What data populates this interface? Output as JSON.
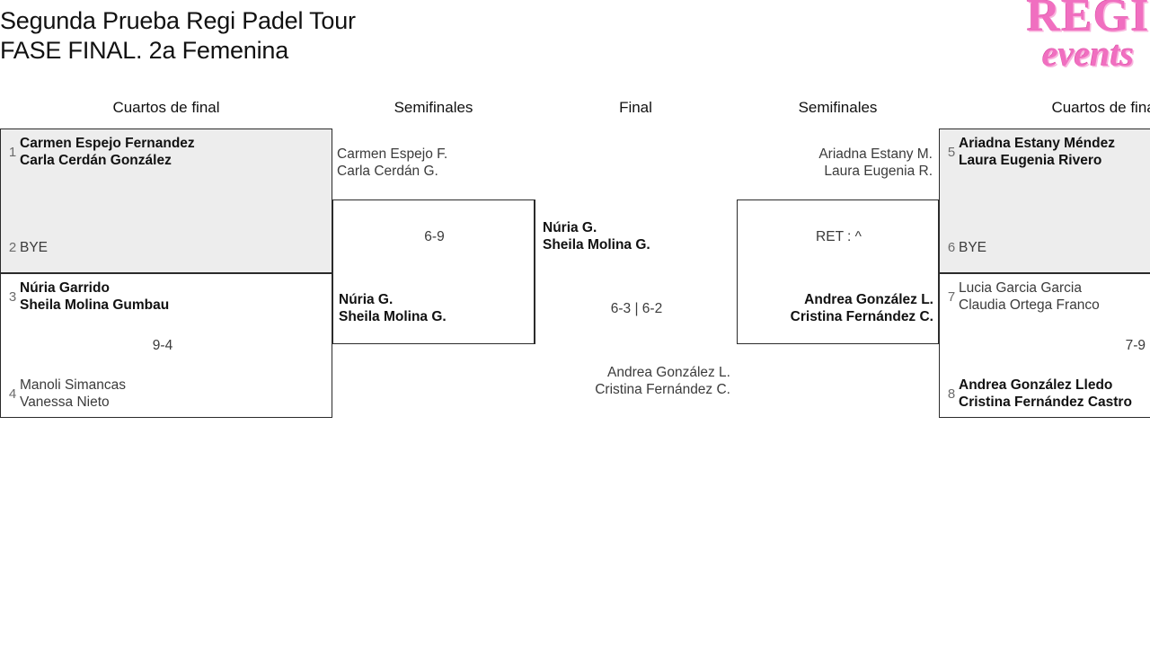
{
  "header": {
    "title_line_1": "Segunda Prueba Regi Padel Tour",
    "title_line_2": "FASE FINAL. 2a Femenina"
  },
  "logo": {
    "top_text": "REGI",
    "bottom_text": "events",
    "color": "#f06fc0"
  },
  "rounds": [
    {
      "id": "qf-left",
      "label": "Cuartos de final"
    },
    {
      "id": "sf-left",
      "label": "Semifinales"
    },
    {
      "id": "final",
      "label": "Final"
    },
    {
      "id": "sf-right",
      "label": "Semifinales"
    },
    {
      "id": "qf-right",
      "label": "Cuartos de final"
    }
  ],
  "matches": {
    "qf1": {
      "shaded": true,
      "top": {
        "seed": "1",
        "line1": "Carmen Espejo Fernandez",
        "line2": "Carla Cerdán González",
        "status": "winner"
      },
      "bottom": {
        "seed": "2",
        "line1": "BYE",
        "line2": "",
        "status": "bye"
      },
      "score": ""
    },
    "qf2": {
      "shaded": false,
      "top": {
        "seed": "3",
        "line1": "Núria Garrido",
        "line2": "Sheila Molina Gumbau",
        "status": "winner"
      },
      "bottom": {
        "seed": "4",
        "line1": "Manoli Simancas",
        "line2": "Vanessa Nieto",
        "status": "loser"
      },
      "score": "9-4"
    },
    "qf3": {
      "shaded": true,
      "top": {
        "seed": "5",
        "line1": "Ariadna Estany Méndez",
        "line2": "Laura Eugenia Rivero",
        "status": "winner"
      },
      "bottom": {
        "seed": "6",
        "line1": "BYE",
        "line2": "",
        "status": "bye"
      },
      "score": ""
    },
    "qf4": {
      "shaded": false,
      "top": {
        "seed": "7",
        "line1": "Lucia Garcia Garcia",
        "line2": "Claudia Ortega Franco",
        "status": "loser"
      },
      "bottom": {
        "seed": "8",
        "line1": "Andrea González Lledo",
        "line2": "Cristina Fernández Castro",
        "status": "winner"
      },
      "score": "7-9"
    },
    "sf1": {
      "top": {
        "line1": "Carmen Espejo F.",
        "line2": "Carla Cerdán G.",
        "status": "loser"
      },
      "bottom": {
        "line1": "Núria G.",
        "line2": "Sheila Molina G.",
        "status": "winner"
      },
      "score": "6-9"
    },
    "sf2": {
      "top": {
        "line1": "Ariadna Estany M.",
        "line2": "Laura Eugenia R.",
        "status": "loser"
      },
      "bottom": {
        "line1": "Andrea González L.",
        "line2": "Cristina Fernández C.",
        "status": "winner"
      },
      "score": "RET : ^"
    },
    "final": {
      "top": {
        "line1": "Núria G.",
        "line2": "Sheila Molina G.",
        "status": "winner"
      },
      "bottom": {
        "line1": "Andrea González L.",
        "line2": "Cristina Fernández C.",
        "status": "loser"
      },
      "score": "6-3 | 6-2"
    }
  }
}
